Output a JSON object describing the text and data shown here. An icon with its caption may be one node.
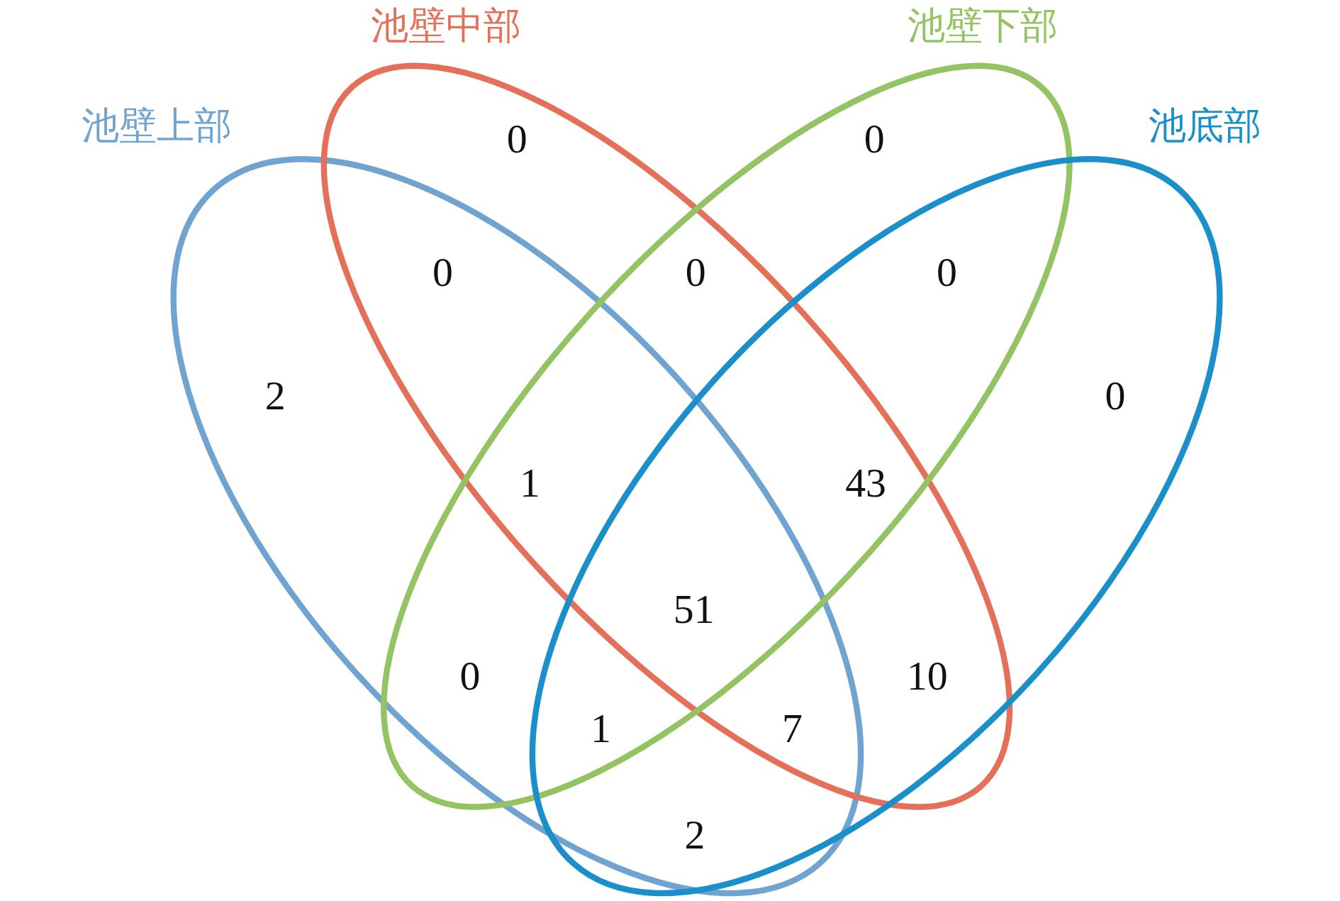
{
  "diagram": {
    "nodes": [
      {
        "text": [
          "池壁上部"
        ]
      },
      {
        "text": [
          "池壁中部"
        ]
      },
      {
        "text": [
          "池壁下部"
        ]
      },
      {
        "text": [
          "池底部"
        ]
      }
    ],
    "labels": [
      "0",
      "0",
      "0",
      "0",
      "0",
      "2",
      "0",
      "1",
      "43",
      "51",
      "0",
      "10",
      "1",
      "7",
      "2"
    ]
  }
}
